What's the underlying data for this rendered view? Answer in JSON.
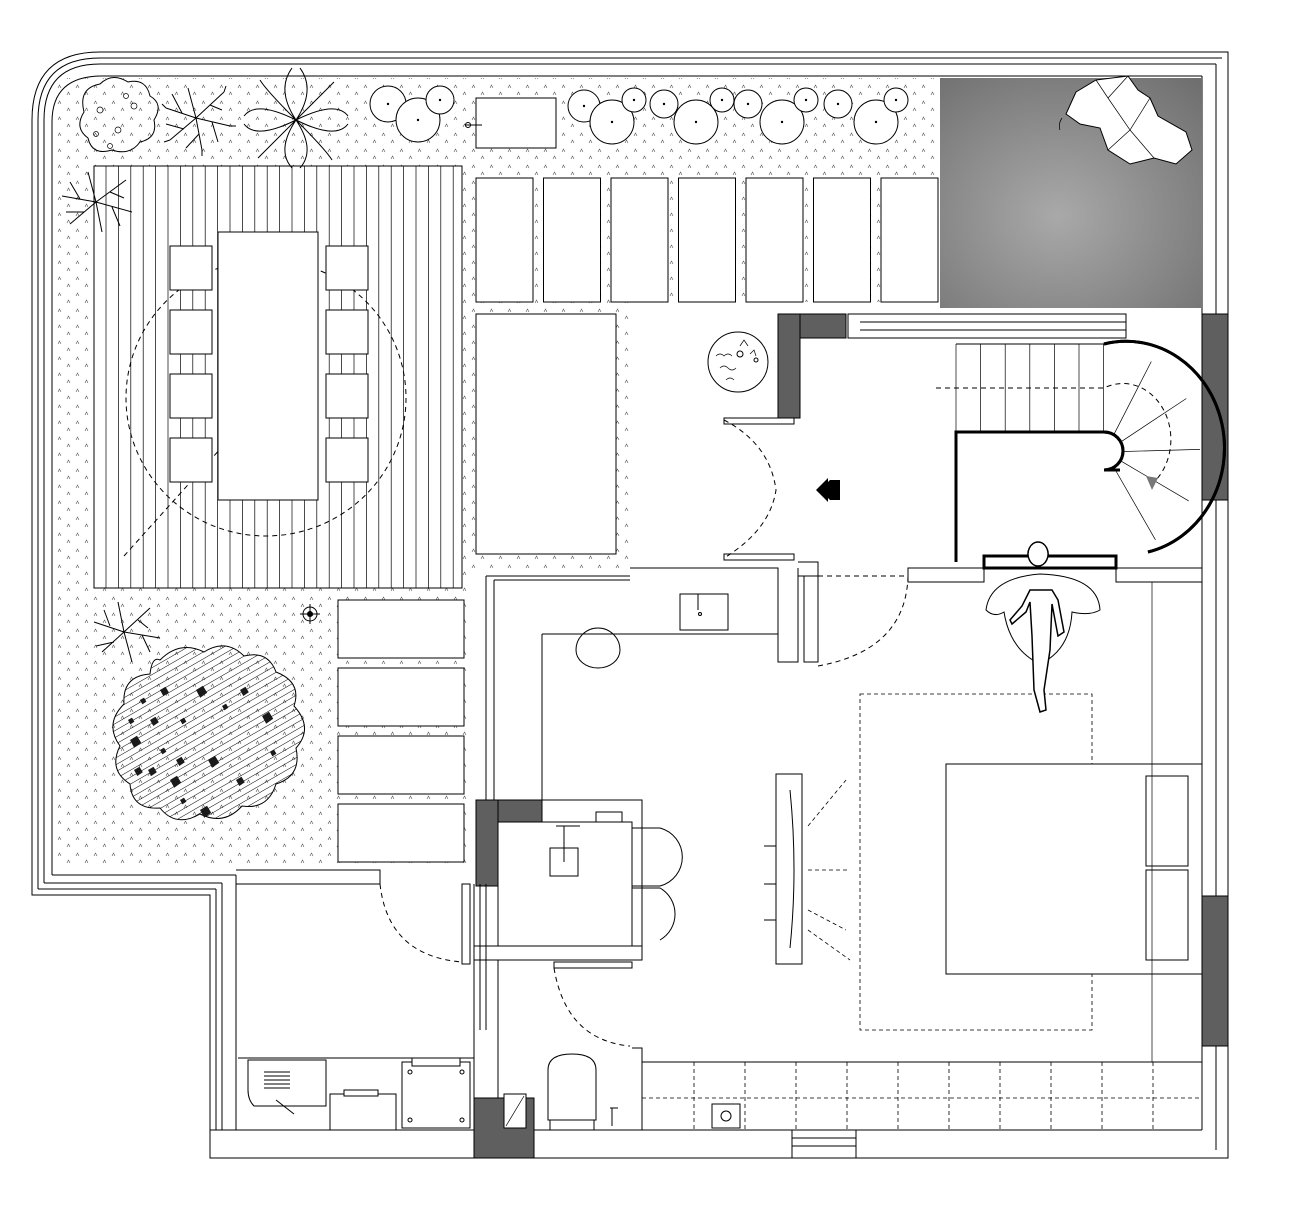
{
  "image": {
    "kind": "architectural-floor-plan",
    "printed_text": []
  },
  "colors": {
    "line": "#000000",
    "wall_fill": "#5f5f5f",
    "paving_dark": "#6e6e6e",
    "paving_light": "#a9a9a9",
    "background": "#ffffff"
  },
  "spaces": [
    "garden-terrace",
    "wooden-deck",
    "outdoor-dining-table",
    "planter-beds",
    "dark-paved-patio",
    "entrance-hall",
    "spiral-staircase",
    "main-room",
    "bathroom",
    "shower-room",
    "utility-room",
    "tiled-strip"
  ],
  "furniture": [
    "dining-table",
    "dining-chair",
    "double-bed",
    "wash-basin",
    "toilet",
    "stool",
    "tv-console",
    "armchair",
    "washing-machine",
    "sink",
    "person-figure",
    "entrance-arrow"
  ],
  "dining": {
    "chairs_per_side": 4
  },
  "planters": {
    "top_row_count": 7,
    "right_stack_count": 4
  },
  "stair": {
    "straight_steps": 6,
    "winder_steps": 5
  }
}
